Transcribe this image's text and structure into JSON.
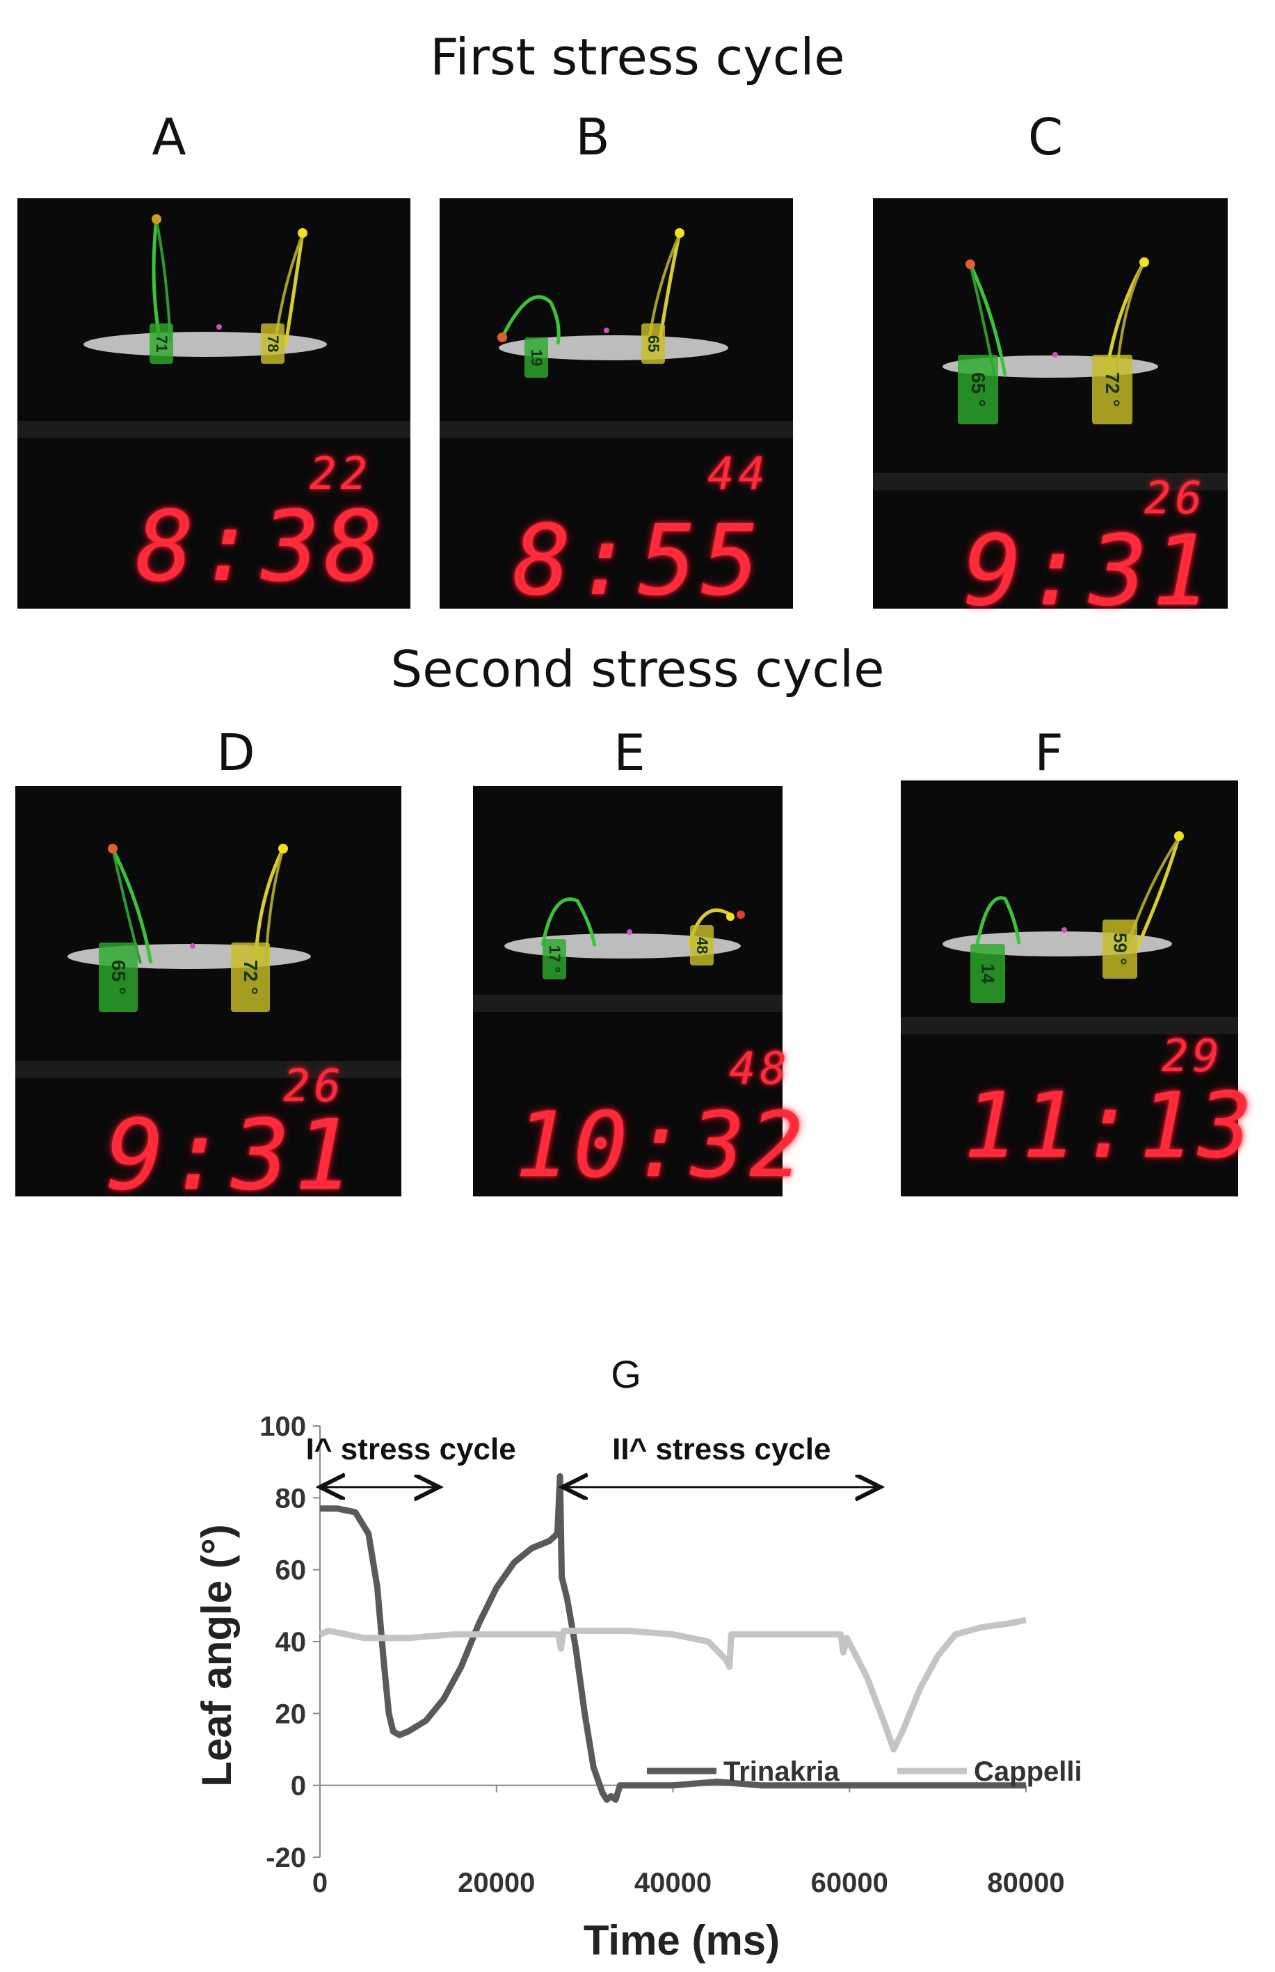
{
  "headings": {
    "first": "First stress cycle",
    "second": "Second stress cycle"
  },
  "panels": [
    {
      "label": "A",
      "clock": "8:38",
      "seconds": "22",
      "tag_green": "71",
      "tag_yellow": "78"
    },
    {
      "label": "B",
      "clock": "8:55",
      "seconds": "44",
      "tag_green": "19",
      "tag_yellow": "65"
    },
    {
      "label": "C",
      "clock": "9:31",
      "seconds": "26",
      "tag_green": "65 °",
      "tag_yellow": "72 °"
    },
    {
      "label": "D",
      "clock": "9:31",
      "seconds": "26",
      "tag_green": "65 °",
      "tag_yellow": "72 °"
    },
    {
      "label": "E",
      "clock": "10:32",
      "seconds": "48",
      "tag_green": "17 °",
      "tag_yellow": "48"
    },
    {
      "label": "F",
      "clock": "11:13",
      "seconds": "29",
      "tag_green": "14",
      "tag_yellow": "59 °"
    }
  ],
  "chart_data": {
    "type": "line",
    "title": "G",
    "xlabel": "Time (ms)",
    "ylabel": "Leaf angle (°)",
    "xlim": [
      0,
      80000
    ],
    "ylim": [
      -20,
      100
    ],
    "xticks": [
      "0",
      "20000",
      "40000",
      "60000",
      "80000"
    ],
    "yticks": [
      "-20",
      "0",
      "20",
      "40",
      "60",
      "80",
      "100"
    ],
    "grid": false,
    "legend": "bottom-right",
    "annotations": {
      "cycle1": {
        "text": "I^ stress cycle",
        "x_start": 0,
        "x_end": 13500,
        "y": 83
      },
      "cycle2": {
        "text": "II^ stress cycle",
        "x_start": 27500,
        "x_end": 63500,
        "y": 83
      }
    },
    "series": [
      {
        "name": "Trinakria",
        "color": "#5a5a5a",
        "x": [
          0,
          2000,
          4000,
          5500,
          6500,
          7200,
          7800,
          8300,
          9000,
          10000,
          12000,
          14000,
          16000,
          18000,
          20000,
          22000,
          24000,
          26000,
          26900,
          27200,
          27400,
          27700,
          28000,
          29000,
          30000,
          31000,
          32000,
          32500,
          33000,
          33500,
          34000,
          35000,
          40000,
          45000,
          50000,
          60000,
          70000,
          80000
        ],
        "y": [
          77,
          77,
          76,
          70,
          55,
          35,
          20,
          15,
          14,
          15,
          18,
          24,
          33,
          45,
          55,
          62,
          66,
          68,
          70,
          86,
          58,
          55,
          52,
          38,
          20,
          5,
          -2,
          -4,
          -3,
          -4,
          0,
          0,
          0,
          1,
          0,
          0,
          0,
          0
        ]
      },
      {
        "name": "Cappelli",
        "color": "#c4c4c4",
        "x": [
          0,
          1000,
          5000,
          10000,
          15000,
          20000,
          27000,
          27300,
          27600,
          30000,
          35000,
          40000,
          44000,
          46000,
          46400,
          46600,
          47000,
          50000,
          55000,
          59000,
          59300,
          59700,
          62000,
          64000,
          65000,
          66000,
          68000,
          70000,
          72000,
          75000,
          78000,
          80000
        ],
        "y": [
          42,
          43,
          41,
          41,
          42,
          42,
          42,
          38,
          43,
          43,
          43,
          42,
          40,
          35,
          33,
          42,
          42,
          42,
          42,
          42,
          37,
          41,
          30,
          17,
          10,
          15,
          27,
          36,
          42,
          44,
          45,
          46
        ]
      }
    ]
  }
}
